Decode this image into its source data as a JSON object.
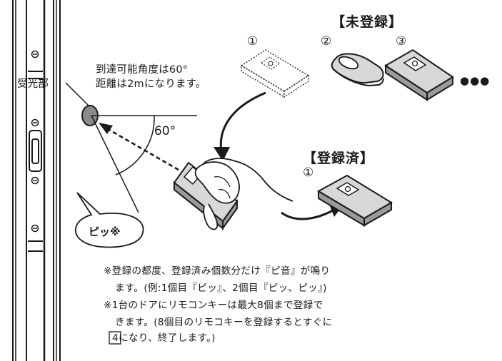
{
  "receiver_label": "受光部",
  "range_text_line1": "到達可能角度は60°",
  "range_text_line2": "距離は2mになります。",
  "angle_label": "60°",
  "beep_label": "ピッ※",
  "unregistered": {
    "title": "【未登録】",
    "markers": [
      "①",
      "②",
      "③"
    ],
    "more": "●●●"
  },
  "registered": {
    "title": "【登録済】",
    "marker": "①"
  },
  "notes": [
    "※登録の都度、登録済み個数分だけ『ピ音』が鳴り",
    "ます。(例:1個目『ピッ』、2個目『ピッ、ピッ』)",
    "※1台のドアにリモコンキーは最大8個まで登録で",
    "きます。(8個目のリモコキーを登録するとすぐに",
    "4になり、終了します。)"
  ],
  "colors": {
    "ink": "#1a1a1a",
    "paper": "#ffffff",
    "sensor": "#8a8a8a",
    "key_face": "#d8d8d8",
    "key_side": "#9a9a9a"
  }
}
